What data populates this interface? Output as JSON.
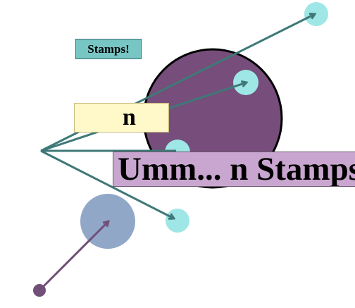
{
  "labels": {
    "small_label": "Stamps!",
    "mid_label": "n",
    "big_label": "Umm...  n Stamps"
  },
  "colors": {
    "teal_node": "#9ee7e6",
    "teal_line": "#3f7878",
    "purple_circle": "#764d7b",
    "blue_circle": "#91a7c8",
    "purple_line": "#714f79",
    "background": "#ffffff"
  }
}
